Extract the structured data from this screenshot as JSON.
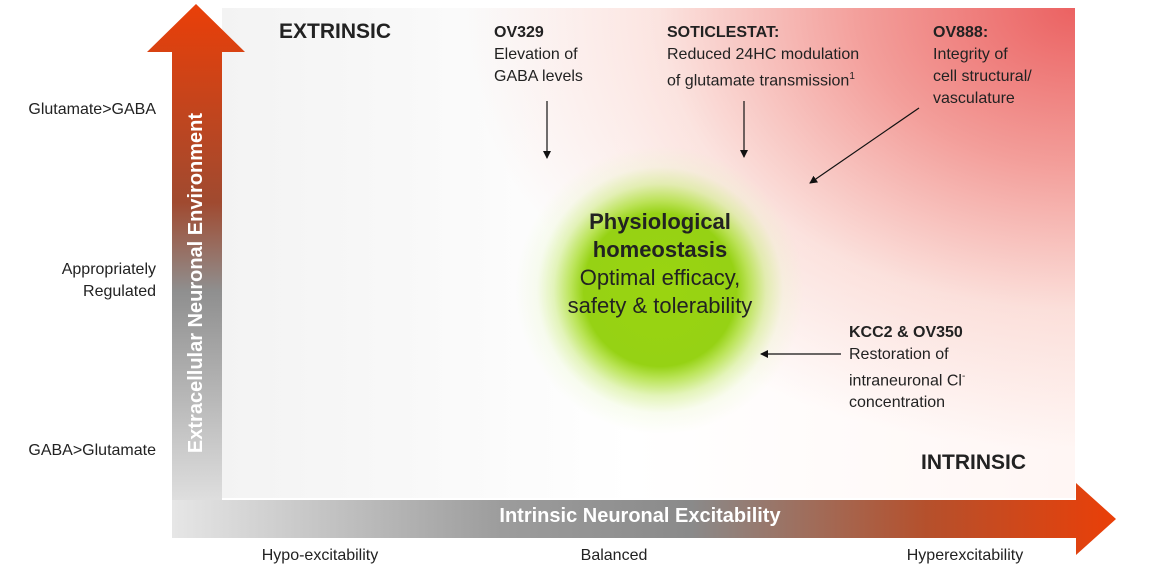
{
  "axes": {
    "y_title": "Extracellular Neuronal Environment",
    "x_title": "Intrinsic Neuronal Excitability",
    "y_labels": [
      "Glutamate>GABA",
      "Appropriately Regulated",
      "GABA>Glutamate"
    ],
    "x_labels": [
      "Hypo-excitability",
      "Balanced",
      "Hyperexcitability"
    ]
  },
  "corners": {
    "top_left": "EXTRINSIC",
    "bottom_right": "INTRINSIC"
  },
  "center": {
    "title_line1": "Physiological",
    "title_line2": "homeostasis",
    "sub_line1": "Optimal efficacy,",
    "sub_line2": "safety & tolerability"
  },
  "labels": {
    "ov329": {
      "name": "OV329",
      "line1": "Elevation of",
      "line2": "GABA levels"
    },
    "soticlestat": {
      "name": "SOTICLESTAT:",
      "line1": "Reduced 24HC modulation",
      "line2": "of glutamate transmission",
      "sup": "1"
    },
    "ov888": {
      "name": "OV888:",
      "line1": "Integrity of",
      "line2": "cell structural/",
      "line3": "vasculature"
    },
    "kcc2": {
      "name": "KCC2 & OV350",
      "line1": "Restoration of",
      "line2": "intraneuronal Cl",
      "sup": "-",
      "line3": "concentration"
    }
  },
  "colors": {
    "arrow_red": "#e8400f",
    "arrow_gray": "#9a9a9a",
    "blob_green": "#9ad410",
    "zone_red": "#ea5a5a"
  }
}
